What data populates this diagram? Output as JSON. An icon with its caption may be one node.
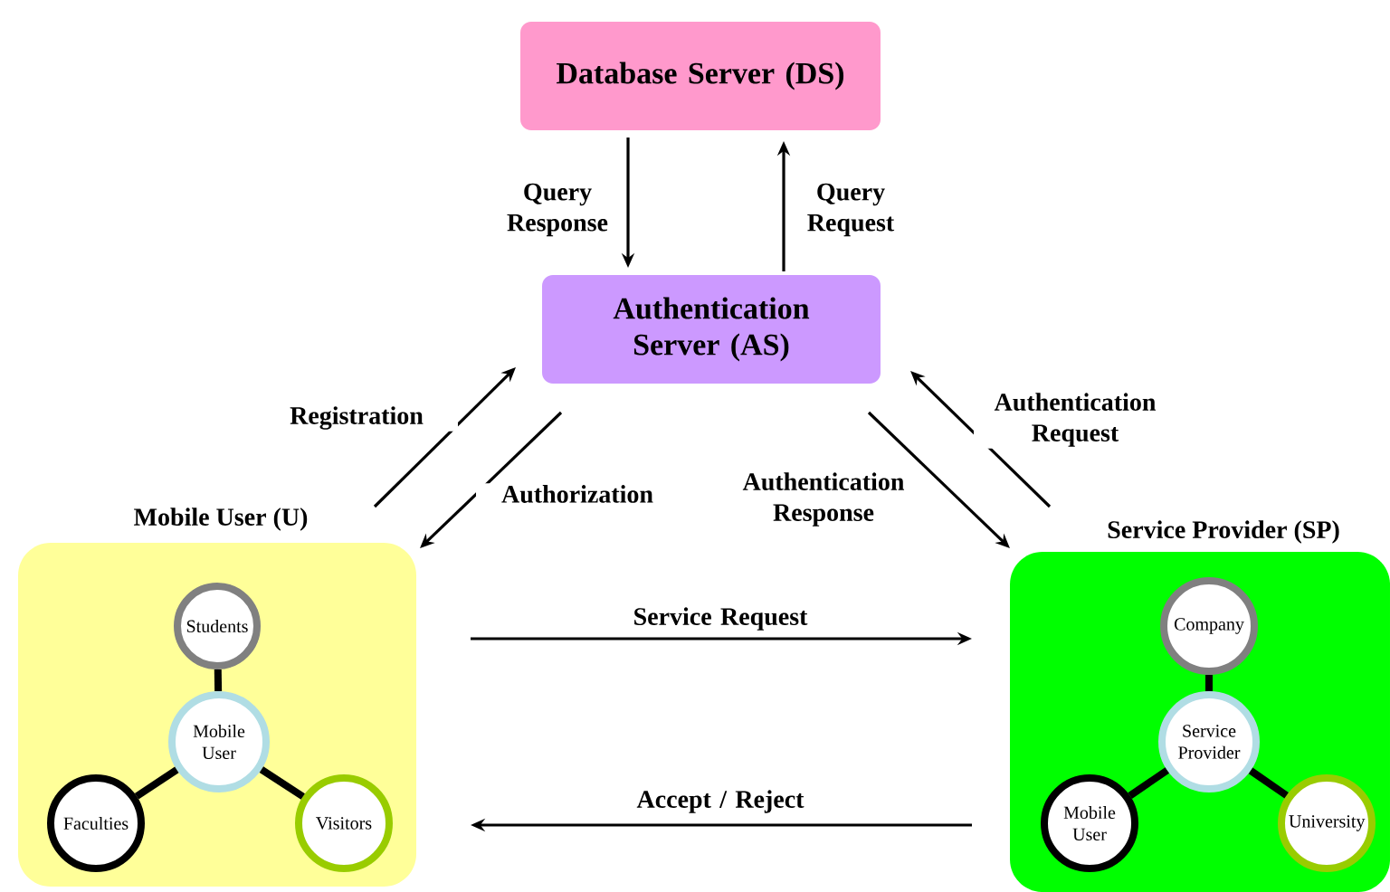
{
  "diagram": {
    "nodes": [
      {
        "text": [
          "Database Server (DS)"
        ]
      },
      {
        "text": [
          "Authentication Server (AS)"
        ]
      },
      {
        "text": [
          "Mobile User (U)"
        ]
      },
      {
        "text": [
          "Students"
        ],
        "in": 2
      },
      {
        "text": [
          "Mobile User"
        ],
        "in": 2
      },
      {
        "text": [
          "Faculties"
        ],
        "in": 2
      },
      {
        "text": [
          "Visitors"
        ],
        "in": 2
      },
      {
        "text": [
          "Service Provider (SP)"
        ]
      },
      {
        "text": [
          "Company"
        ],
        "in": 7
      },
      {
        "text": [
          "Service Provider"
        ],
        "in": 7
      },
      {
        "text": [
          "Mobile User"
        ],
        "in": 7
      },
      {
        "text": [
          "University"
        ],
        "in": 7
      }
    ],
    "edges": [
      {
        "from": 0,
        "to": 1,
        "arrow": "to",
        "label": "Query Response"
      },
      {
        "from": 1,
        "to": 0,
        "arrow": "to",
        "label": "Query Request"
      },
      {
        "from": 2,
        "to": 1,
        "arrow": "to",
        "label": "Registration"
      },
      {
        "from": 1,
        "to": 2,
        "arrow": "to",
        "label": "Authorization"
      },
      {
        "from": 1,
        "to": 7,
        "arrow": "to",
        "label": "Authentication Response"
      },
      {
        "from": 7,
        "to": 1,
        "arrow": "to",
        "label": "Authentication Request"
      },
      {
        "from": 2,
        "to": 7,
        "arrow": "to",
        "label": "Service Request"
      },
      {
        "from": 7,
        "to": 2,
        "arrow": "to",
        "label": "Accept / Reject"
      },
      {
        "from": 3,
        "to": 4,
        "arrow": "none",
        "style": "thick"
      },
      {
        "from": 4,
        "to": 5,
        "arrow": "none",
        "style": "thick"
      },
      {
        "from": 4,
        "to": 6,
        "arrow": "none",
        "style": "thick"
      },
      {
        "from": 8,
        "to": 9,
        "arrow": "none",
        "style": "thick"
      },
      {
        "from": 9,
        "to": 10,
        "arrow": "none",
        "style": "thick"
      },
      {
        "from": 9,
        "to": 11,
        "arrow": "none",
        "style": "thick"
      }
    ]
  }
}
